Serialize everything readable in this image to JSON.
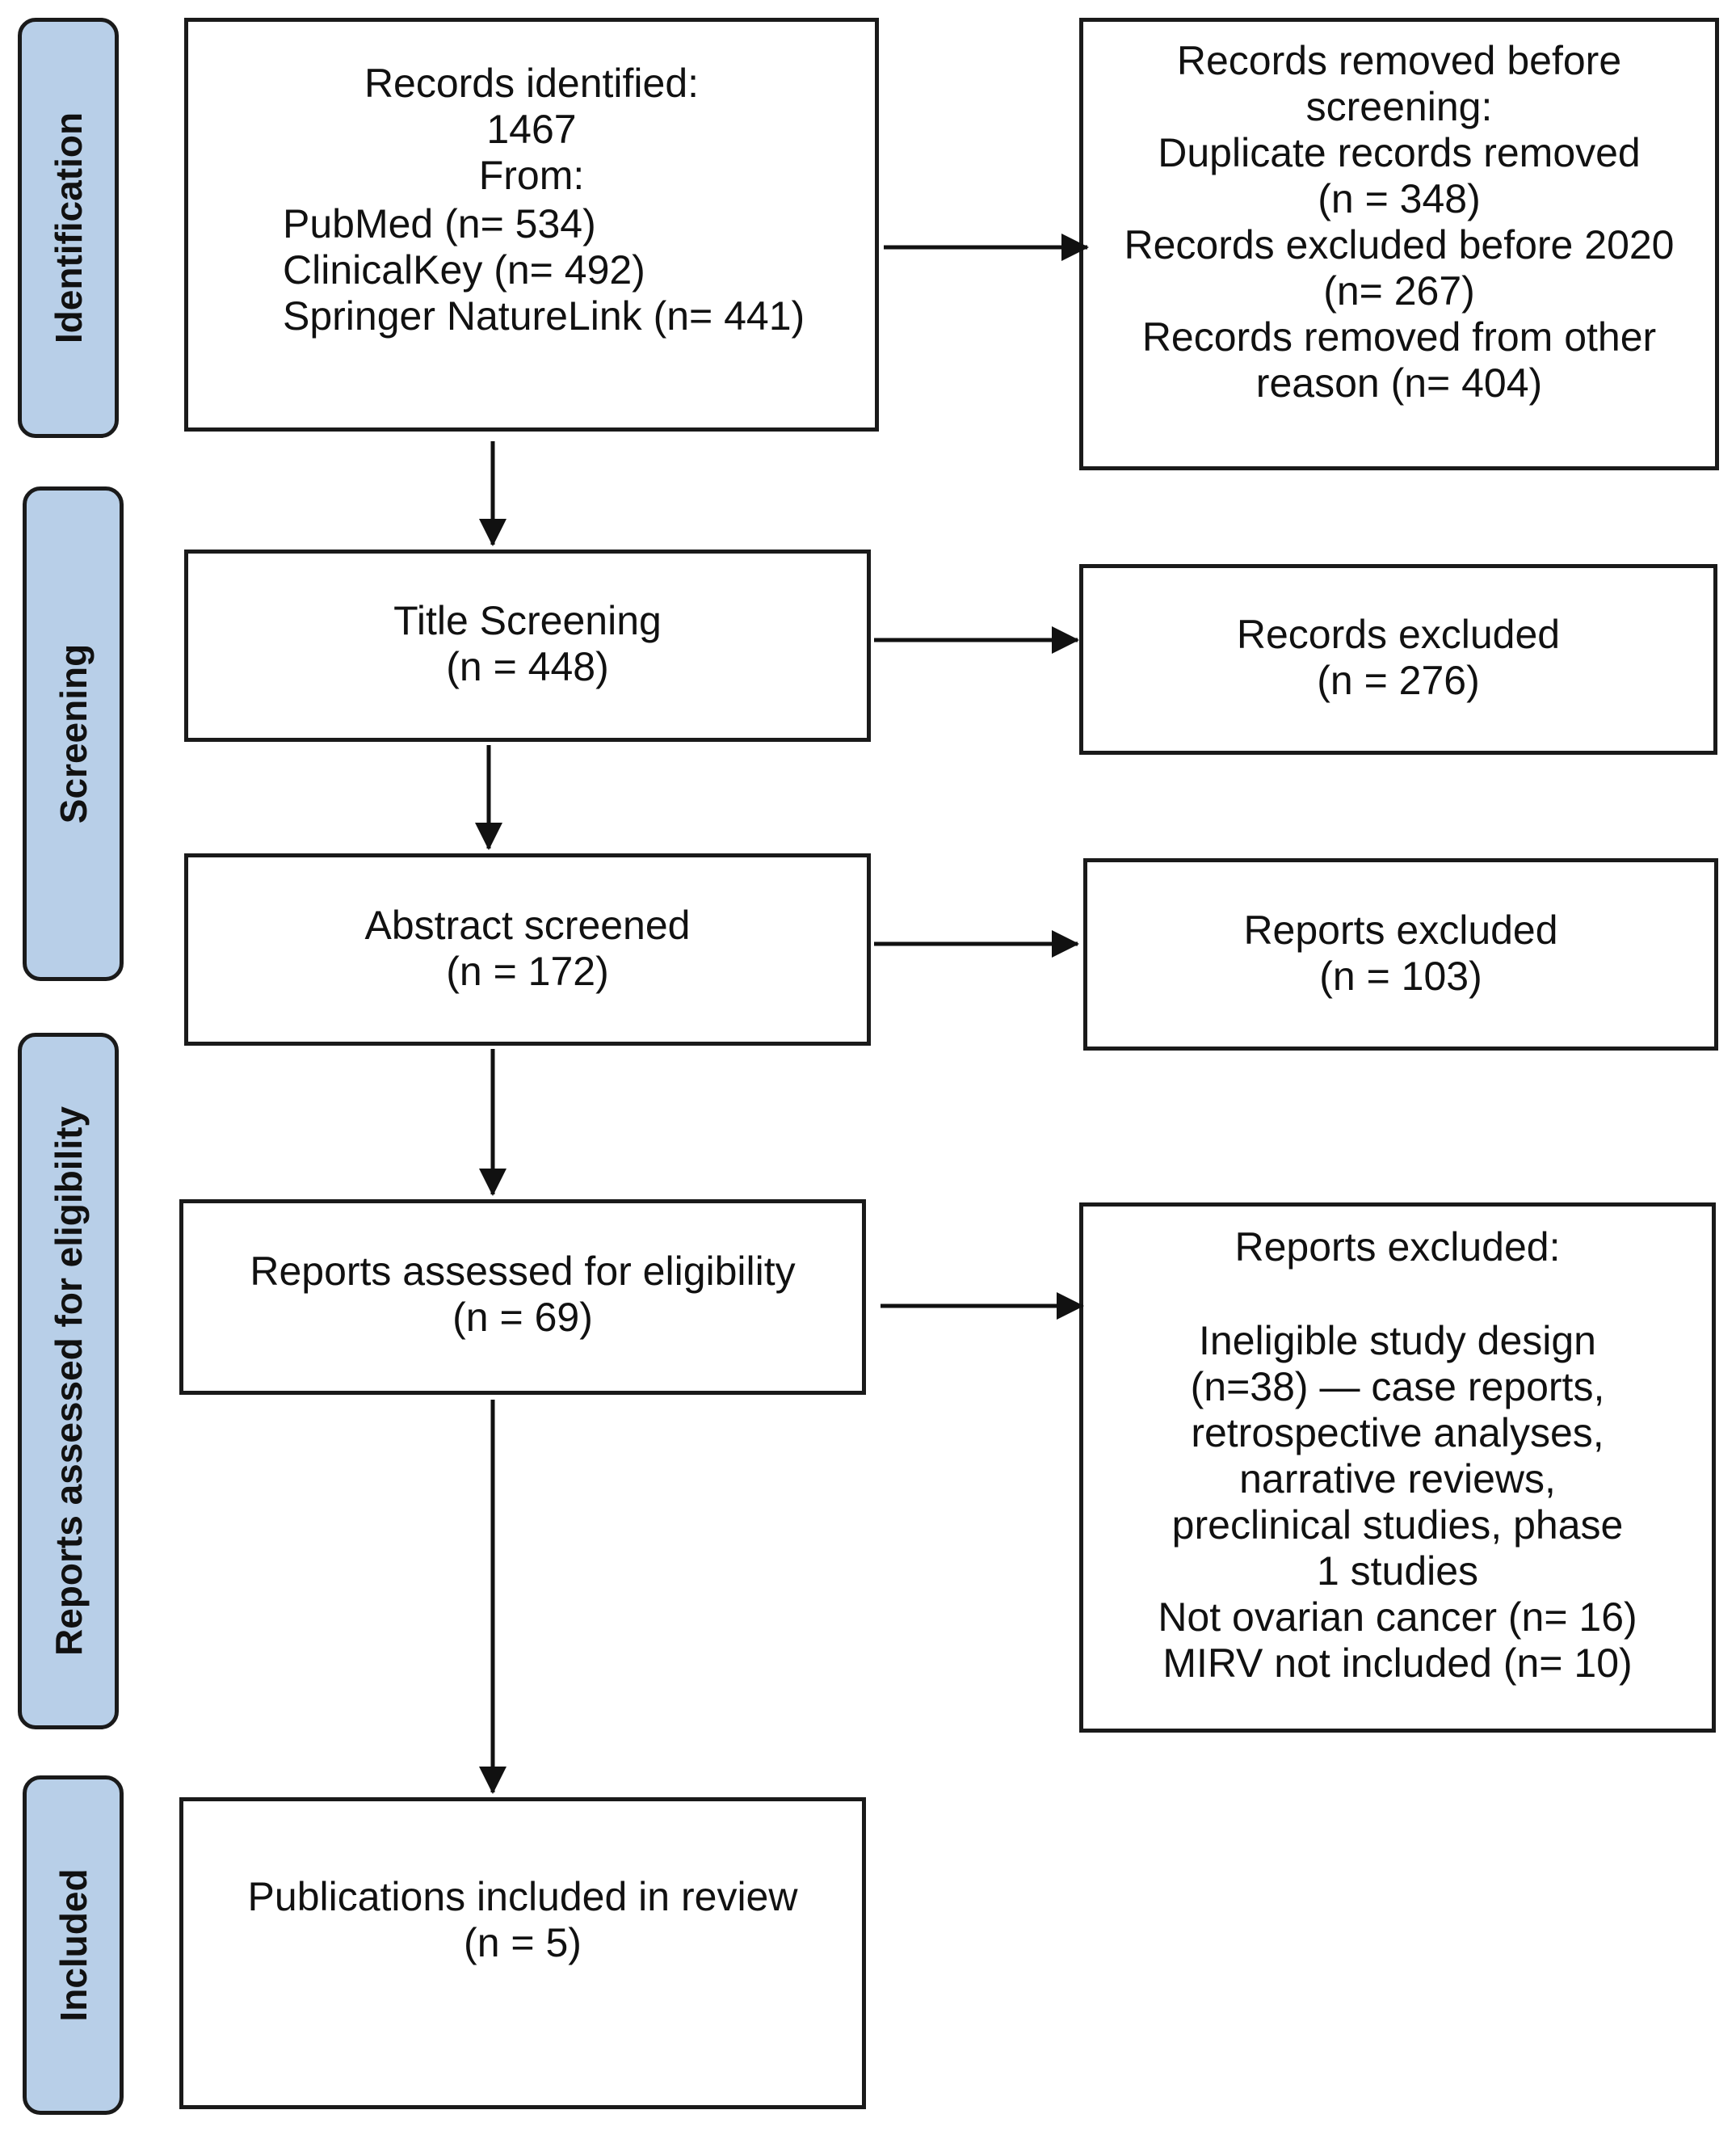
{
  "phases": {
    "identification": "Identification",
    "screening": "Screening",
    "eligibility": "Reports assessed for eligibility",
    "included": "Included"
  },
  "identified": {
    "title": "Records identified:",
    "count": "1467",
    "from": "From:",
    "sources": [
      "PubMed (n= 534)",
      "ClinicalKey (n= 492)",
      "Springer NatureLink (n= 441)"
    ]
  },
  "removed_before": {
    "lines": [
      "Records removed before",
      "screening:",
      "Duplicate records removed",
      "(n = 348)",
      "Records excluded before 2020",
      "(n= 267)",
      "Records removed from other",
      "reason (n= 404)"
    ]
  },
  "title_screening": {
    "label": "Title Screening",
    "count": "(n = 448)"
  },
  "records_excluded": {
    "label": "Records excluded",
    "count": "(n = 276)"
  },
  "abstract_screened": {
    "label": "Abstract screened",
    "count": "(n = 172)"
  },
  "reports_excluded_abstract": {
    "label": "Reports excluded",
    "count": "(n = 103)"
  },
  "eligibility": {
    "label": "Reports assessed for eligibility",
    "count": "(n = 69)"
  },
  "reports_excluded_eligibility": {
    "title": "Reports excluded:",
    "lines": [
      "Ineligible study design",
      "(n=38) — case reports,",
      "retrospective analyses,",
      "narrative reviews,",
      "preclinical studies, phase",
      "1 studies",
      "Not ovarian cancer (n= 16)",
      "MIRV not included (n= 10)"
    ]
  },
  "included": {
    "label": "Publications included in review",
    "count": "(n = 5)"
  }
}
